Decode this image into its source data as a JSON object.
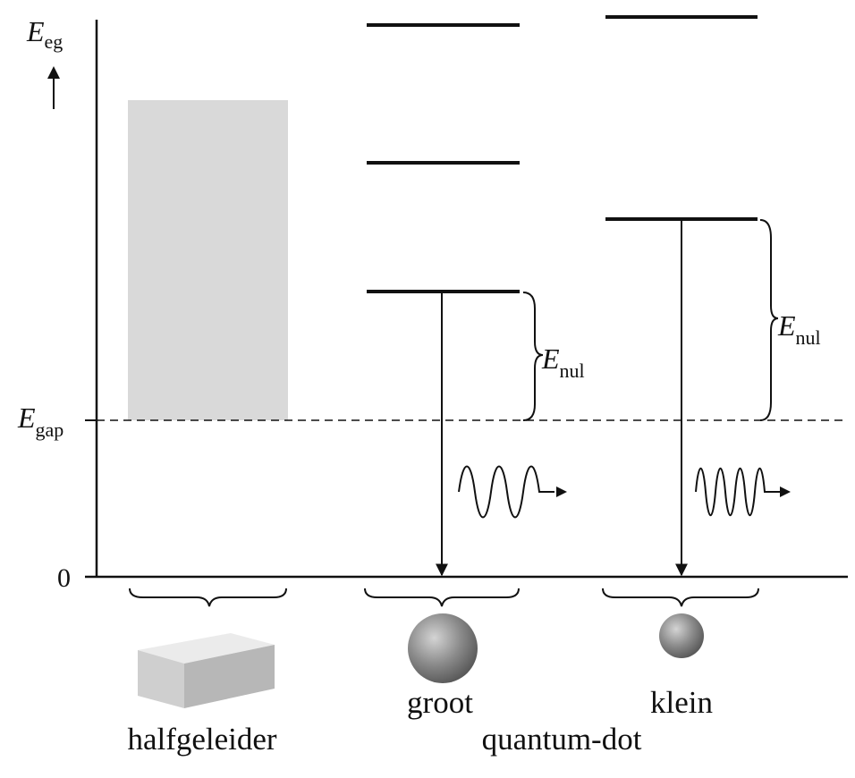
{
  "axis": {
    "y_label_main": "E",
    "y_label_sub": "eg",
    "gap_label_main": "E",
    "gap_label_sub": "gap",
    "zero_label": "0"
  },
  "annotations": {
    "enul_main": "E",
    "enul_sub": "nul"
  },
  "labels": {
    "semiconductor": "halfgeleider",
    "large": "groot",
    "small": "klein",
    "quantum_dot": "quantum-dot"
  },
  "colors": {
    "band_fill": "#d9d9d9",
    "line": "#111111",
    "background": "#ffffff"
  },
  "icons": {
    "block": "semiconductor-block-icon",
    "large_dot": "large-quantum-dot-icon",
    "small_dot": "small-quantum-dot-icon",
    "wave_long": "photon-long-wave-icon",
    "wave_short": "photon-short-wave-icon"
  }
}
